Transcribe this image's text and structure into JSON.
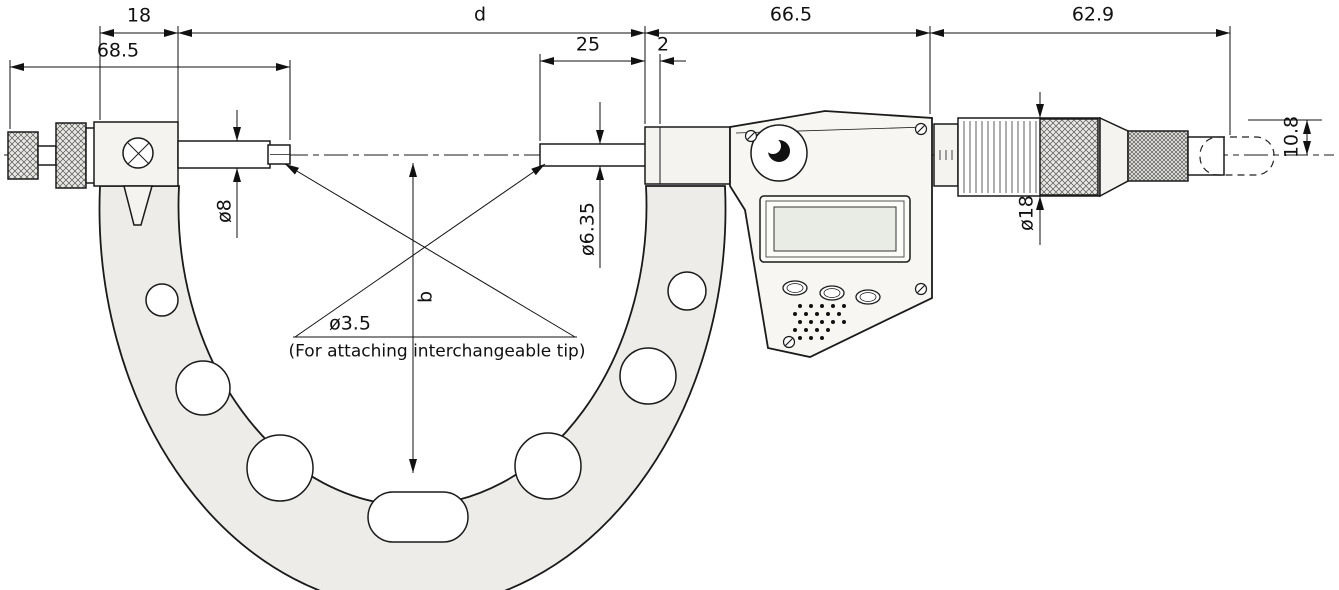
{
  "colors": {
    "line": "#1a1a1a",
    "frame_fill": "#edece8",
    "body_fill": "#f4f3ef",
    "background": "#ffffff"
  },
  "labels": {
    "top_18": "18",
    "top_d": "d",
    "top_66_5": "66.5",
    "top_62_9": "62.9",
    "left_68_5": "68.5",
    "mid_25": "25",
    "mid_2": "2",
    "dia_8": "ø8",
    "dia_6_35": "ø6.35",
    "dia_18": "ø18",
    "right_10_8": "10.8",
    "depth_b": "b",
    "tip_dia_3_5": "ø3.5",
    "tip_note": "(For attaching interchangeable tip)"
  }
}
